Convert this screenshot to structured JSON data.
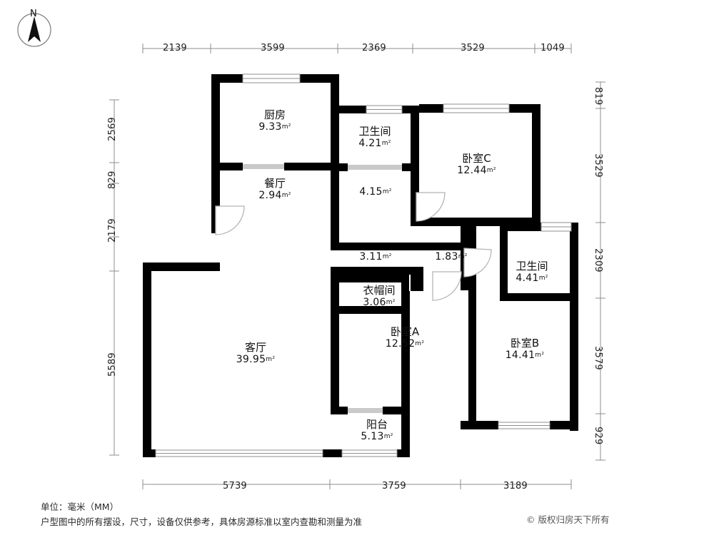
{
  "compass": {
    "label": "N",
    "name": "north-arrow"
  },
  "units_note": "单位：毫米（MM）",
  "disclaimer": "户型图中的所有摆设，尺寸，设备仅供参考，具体房源标准以室内查勘和测量为准",
  "copyright": "© 版权归房天下所有",
  "dimensions": {
    "top": [
      "2139",
      "3599",
      "2369",
      "3529",
      "1049"
    ],
    "left": [
      "2569",
      "829",
      "2179",
      "5589"
    ],
    "right": [
      "819",
      "3529",
      "2309",
      "3579",
      "929"
    ],
    "bottom": [
      "5739",
      "3759",
      "3189"
    ]
  },
  "rooms": [
    {
      "name": "厨房",
      "area": "9.33",
      "unit": "m²",
      "key": "kitchen"
    },
    {
      "name": "卫生间",
      "area": "4.21",
      "unit": "m²",
      "key": "bathroom-1"
    },
    {
      "name": "卧室C",
      "area": "12.44",
      "unit": "m²",
      "key": "bedroom-c"
    },
    {
      "name": "餐厅",
      "area": "2.94",
      "unit": "m²",
      "key": "dining"
    },
    {
      "name": "",
      "area": "4.15",
      "unit": "m²",
      "key": "hall-1"
    },
    {
      "name": "",
      "area": "3.11",
      "unit": "m²",
      "key": "hall-2"
    },
    {
      "name": "",
      "area": "1.83",
      "unit": "m²",
      "key": "hall-3"
    },
    {
      "name": "卫生间",
      "area": "4.41",
      "unit": "m²",
      "key": "bathroom-2"
    },
    {
      "name": "衣帽间",
      "area": "3.06",
      "unit": "m²",
      "key": "closet"
    },
    {
      "name": "客厅",
      "area": "39.95",
      "unit": "m²",
      "key": "living-room"
    },
    {
      "name": "卧室A",
      "area": "12.52",
      "unit": "m²",
      "key": "bedroom-a"
    },
    {
      "name": "卧室B",
      "area": "14.41",
      "unit": "m²",
      "key": "bedroom-b"
    },
    {
      "name": "阳台",
      "area": "5.13",
      "unit": "m²",
      "key": "balcony"
    }
  ],
  "colors": {
    "wall": "#000000",
    "window": "#cfcfcf",
    "door_arc": "#b8b8b8",
    "dim_line": "#8c8c8c",
    "text": "#111111"
  }
}
